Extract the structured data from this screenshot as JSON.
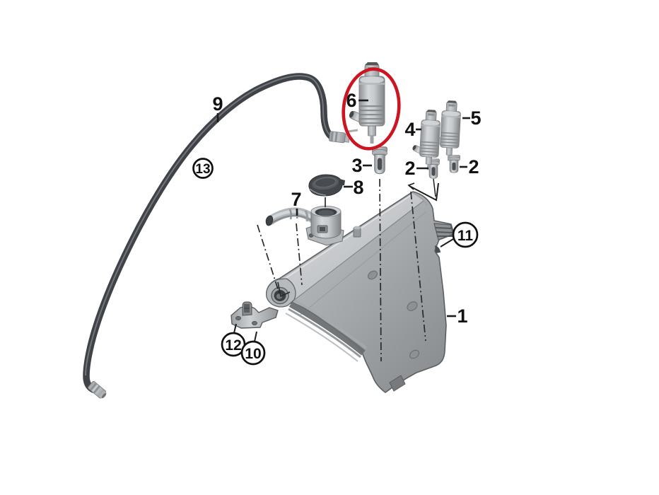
{
  "diagram": {
    "background_color": "#ffffff",
    "highlight_color": "#cd1421",
    "callouts": {
      "part1": "1",
      "part2_left": "2",
      "part2_right": "2",
      "part3": "3",
      "part4": "4",
      "part5": "5",
      "part6": "6",
      "part7": "7",
      "part8": "8",
      "part9": "9",
      "part10": "10",
      "part11": "11",
      "part12": "12",
      "part13": "13"
    }
  }
}
